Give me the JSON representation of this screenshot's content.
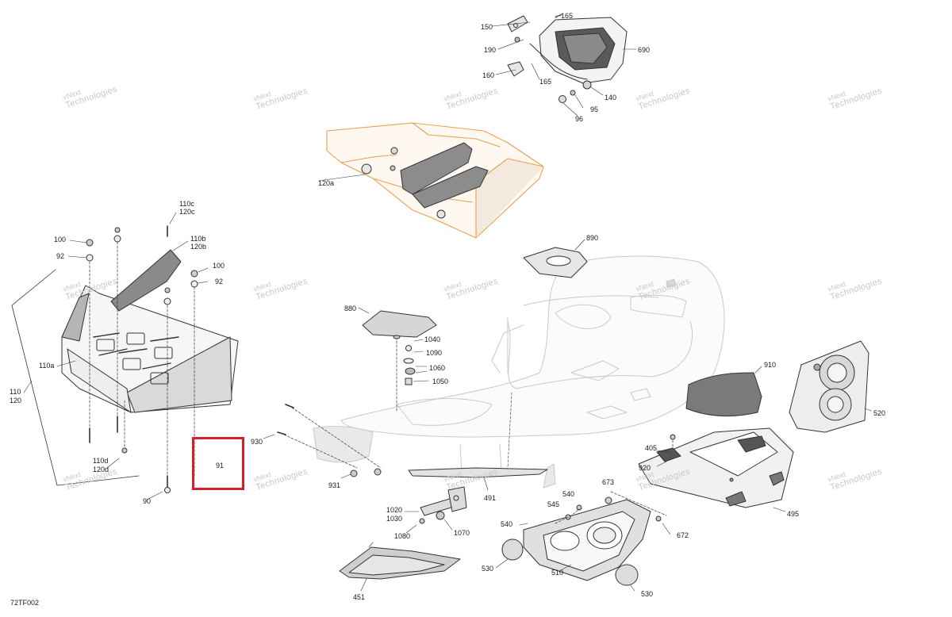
{
  "diagram_code": "72TF002",
  "highlight_color": "#d61f26",
  "watermark": {
    "line1": "vNext",
    "line2": "Technologies",
    "color": "#c8c8c8"
  },
  "labels": {
    "l165a": "165",
    "l150": "150",
    "l190": "190",
    "l690": "690",
    "l160": "160",
    "l165b": "165",
    "l140": "140",
    "l95": "95",
    "l96": "96",
    "l120a": "120a",
    "l110c": "110c",
    "l120c": "120c",
    "l100a": "100",
    "l92a": "92",
    "l110b": "110b",
    "l120b": "120b",
    "l100b": "100",
    "l92b": "92",
    "l110a": "110a",
    "l110": "110",
    "l120": "120",
    "l110d": "110d",
    "l120d": "120d",
    "l90": "90",
    "l91": "91",
    "l890": "890",
    "l880": "880",
    "l1040": "1040",
    "l1090": "1090",
    "l1060": "1060",
    "l1050": "1050",
    "l910": "910",
    "l520": "520",
    "l930": "930",
    "l931": "931",
    "l491": "491",
    "l405": "405",
    "l920": "920",
    "l495": "495",
    "l540a": "540",
    "l545": "545",
    "l673": "673",
    "l1020": "1020",
    "l1030": "1030",
    "l1070": "1070",
    "l1080": "1080",
    "l540b": "540",
    "l672": "672",
    "l530a": "530",
    "l510": "510",
    "l530b": "530",
    "l451": "451"
  },
  "colors": {
    "highlighted_part": "#e8a050",
    "line_art": "#333333",
    "phantom_body": "#c9c9c9"
  }
}
